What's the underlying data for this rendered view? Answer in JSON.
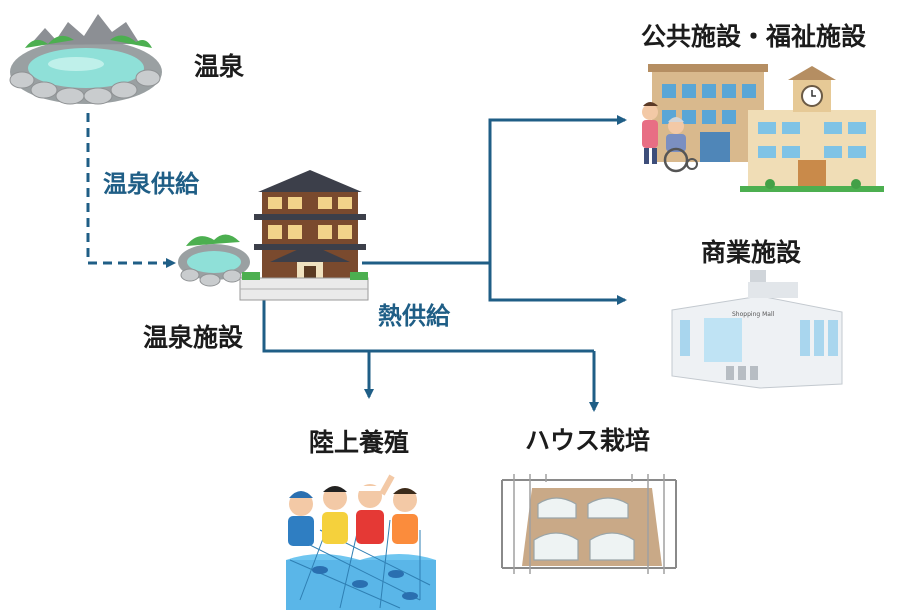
{
  "labels": {
    "onsen": "温泉",
    "onsen_supply": "温泉供給",
    "onsen_facility": "温泉施設",
    "heat_supply": "熱供給",
    "public_welfare": "公共施設・福祉施設",
    "commercial": "商業施設",
    "aquaculture": "陸上養殖",
    "greenhouse": "ハウス栽培"
  },
  "signs": {
    "mall": "Shopping Mall"
  },
  "colors": {
    "flow": "#1f5e86",
    "label_text": "#1c1c1c",
    "supply_text": "#1f5e86",
    "hot_water": "#8fe0d8",
    "rock": "#9aa0a2",
    "inn_wall": "#7a4a2e",
    "inn_roof": "#3c3f4a"
  },
  "icons": [
    "hot-spring-icon",
    "onsen-inn-icon",
    "public-welfare-buildings-icon",
    "shopping-mall-icon",
    "fishermen-net-icon",
    "greenhouse-farm-icon"
  ]
}
